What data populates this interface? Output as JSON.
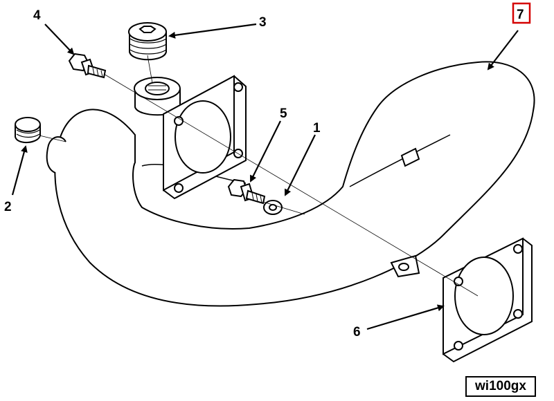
{
  "callouts": {
    "c1": "1",
    "c2": "2",
    "c3": "3",
    "c4": "4",
    "c5": "5",
    "c6": "6",
    "c7": "7"
  },
  "highlight_color": "#d40000",
  "figure_id": "wi100gx"
}
